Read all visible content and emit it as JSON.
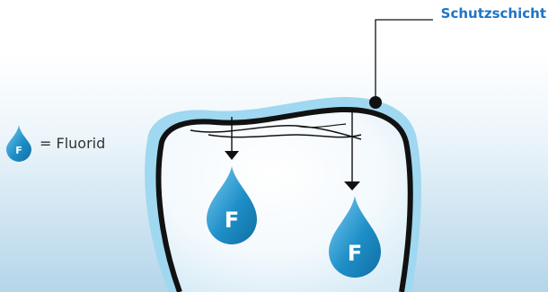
{
  "callout": {
    "label": "Schutzschicht"
  },
  "legend": {
    "symbol": "F",
    "text": "= Fluorid"
  },
  "drops": [
    {
      "letter": "F"
    },
    {
      "letter": "F"
    }
  ],
  "colors": {
    "callout_text": "#1f74c4",
    "protective_layer": "#9fd8f0",
    "drop": "#1f8fc8",
    "outline": "#111111"
  }
}
